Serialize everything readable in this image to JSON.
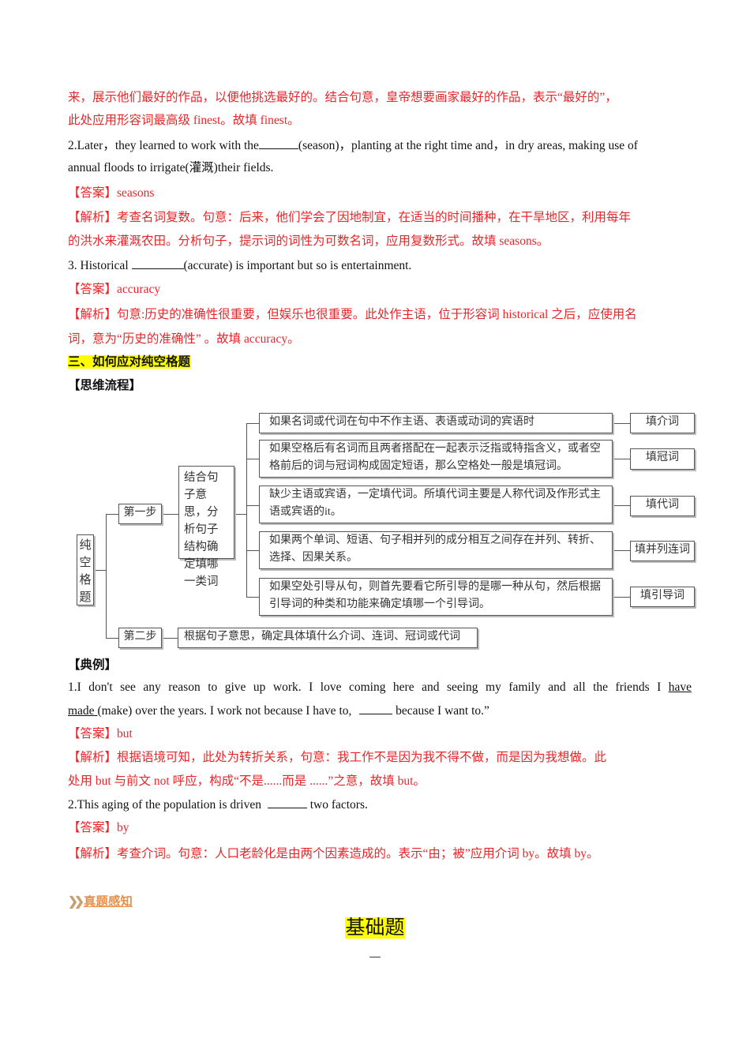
{
  "intro": {
    "line1": "来，展示他们最好的作品，以便他挑选最好的。结合句意，皇帝想要画家最好的作品，表示“最好的”，",
    "line2": "此处应用形容词最高级 finest。故填 finest。"
  },
  "q2": {
    "text_a": "2.Later，they learned to work with the",
    "text_b": "(season)，planting at the right time and，in dry areas, making use of",
    "text_c": "annual floods to irrigate(灌溉)their fields.",
    "answer_label": "【答案】",
    "answer": "seasons",
    "analysis_l1": "【解析】考查名词复数。句意：后来，他们学会了因地制宜，在适当的时间播种，在干旱地区，利用每年",
    "analysis_l2": "的洪水来灌溉农田。分析句子，提示词的词性为可数名词，应用复数形式。故填 seasons。"
  },
  "q3": {
    "text_a": "3.  Historical ",
    "text_b": "(accurate) is important but so is entertainment.",
    "answer_label": "【答案】",
    "answer": "accuracy",
    "analysis_l1": "【解析】句意:历史的准确性很重要，但娱乐也很重要。此处作主语，位于形容词 historical 之后，应使用名",
    "analysis_l2": "词，意为“历史的准确性” 。故填 accuracy。"
  },
  "section3": {
    "heading": "三、如何应对纯空格题",
    "flow_label": "【思维流程】"
  },
  "diagram": {
    "root": "纯空格题",
    "step1": "第一步",
    "step2": "第二步",
    "step1_desc": "结合句子意思，分析句子结构确定填哪一类词",
    "step2_desc": "根据句子意思，确定具体填什么介词、连词、冠词或代词",
    "conditions": [
      "如果名词或代词在句中不作主语、表语或动词的宾语时",
      "如果空格后有名词而且两者搭配在一起表示泛指或特指含义，或者空格前后的词与冠词构成固定短语，那么空格处一般是填冠词。",
      "缺少主语或宾语，一定填代词。所填代词主要是人称代词及作形式主语或宾语的it。",
      "如果两个单词、短语、句子相并列的成分相互之间存在并列、转折、选择、因果关系。",
      "如果空处引导从句，则首先要看它所引导的是哪一种从句，然后根据引导词的种类和功能来确定填哪一个引导词。"
    ],
    "results": [
      "填介词",
      "填冠词",
      "填代词",
      "填并列连词",
      "填引导词"
    ]
  },
  "examples": {
    "label": "【典例】",
    "e1": {
      "text_a": "1.I don't see any reason to give up work. I love coming here and seeing my family and all the friends I  ",
      "have": "have ",
      "made": "made ",
      "text_b": "(make) over the years. I work not because I have to, ",
      "text_c": " because I want to.”",
      "answer_label": "【答案】",
      "answer": "but",
      "analysis_l1": "【解析】根据语境可知，此处为转折关系，句意：我工作不是因为我不得不做，而是因为我想做。此",
      "analysis_l2": "处用 but 与前文 not  呼应，构成“不是......而是  ......”之意，故填 but。"
    },
    "e2": {
      "text_a": "2.This aging of the population is driven ",
      "text_b": " two factors.",
      "answer_label": "【答案】",
      "answer": "by",
      "analysis_l1": "【解析】考查介词。句意：人口老龄化是由两个因素造成的。表示“由；被”应用介词 by。故填 by。"
    }
  },
  "footer": {
    "link": "真题感知",
    "title": "基础题",
    "sub": "一",
    "icon": "double-chevron-icon"
  },
  "colors": {
    "answer_red": "#e8262a",
    "highlight": "#ffff00",
    "link_orange": "#e8904a"
  }
}
